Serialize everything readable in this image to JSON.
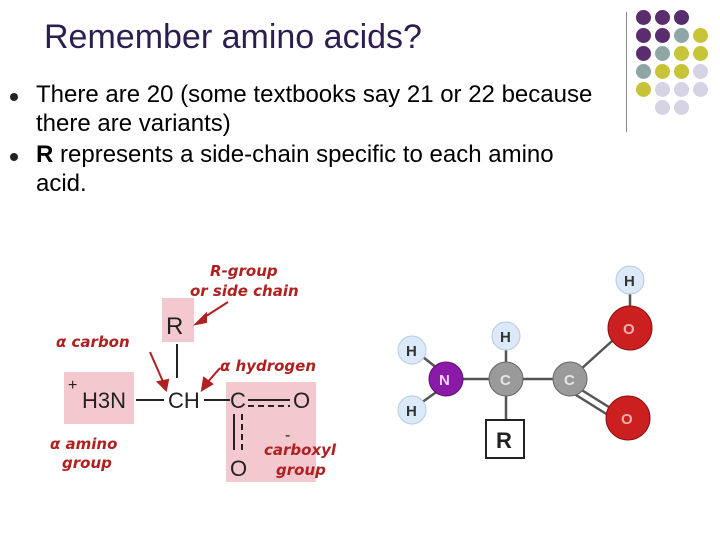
{
  "title": "Remember amino acids?",
  "bullets": [
    {
      "text": "There are 20 (some textbooks say 21 or 22 because there are variants)"
    },
    {
      "bold": "R",
      "text": " represents a side-chain specific to each amino acid."
    }
  ],
  "left_diagram": {
    "r_group_label_1": "R-group",
    "r_group_label_2": "or side chain",
    "r_box": "R",
    "alpha_carbon_label": "α carbon",
    "alpha_hydrogen_label": "α hydrogen",
    "plus_sign": "+",
    "h3n": "H3N",
    "ch": "CH",
    "c": "C",
    "o_right": "O",
    "o_bottom": "O",
    "amino_label_1": "α amino",
    "amino_label_2": "group",
    "minus_sign": "-",
    "carboxyl_label_1": "carboxyl",
    "carboxyl_label_2": "group"
  },
  "right_diagram": {
    "atoms": {
      "h_top_right": "H",
      "h_top_center": "H",
      "h_left_top": "H",
      "h_left_bottom": "H",
      "n": "N",
      "c_center": "C",
      "c_right": "C",
      "o_top": "O",
      "o_bottom": "O",
      "r_box": "R"
    }
  },
  "colors": {
    "title": "#2e1e4f",
    "dot_purple": "#5a2d6e",
    "dot_teal": "#8fa6a6",
    "dot_olive": "#c8c43a",
    "dot_lavender": "#d6d4e4",
    "pink_box": "#f3c9cf",
    "oxygen_red": "#cc1f1f",
    "nitrogen_purple": "#8b1aa8",
    "carbon_grey": "#9a9a9a",
    "hydrogen_blue": "#dbe9f8"
  }
}
